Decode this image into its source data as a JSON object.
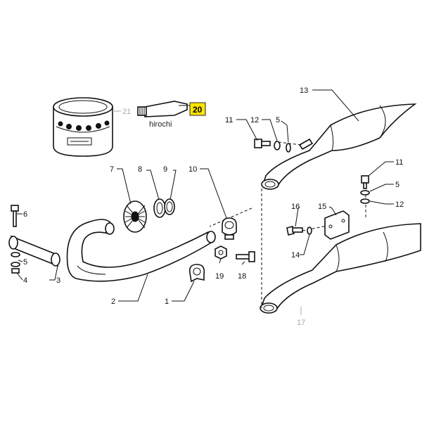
{
  "callouts": {
    "c1": "1",
    "c2": "2",
    "c3": "3",
    "c4": "4",
    "c5a": "5",
    "c5b": "5",
    "c5c": "5",
    "c6": "6",
    "c7": "7",
    "c8": "8",
    "c9": "9",
    "c10": "10",
    "c11a": "11",
    "c11b": "11",
    "c12a": "12",
    "c12b": "12",
    "c13": "13",
    "c14": "14",
    "c15": "15",
    "c16": "16",
    "c17": "17",
    "c18": "18",
    "c19": "19",
    "c20": "20",
    "c21": "21"
  },
  "highlight_color": "#ffe400",
  "watermark": "hirochi"
}
